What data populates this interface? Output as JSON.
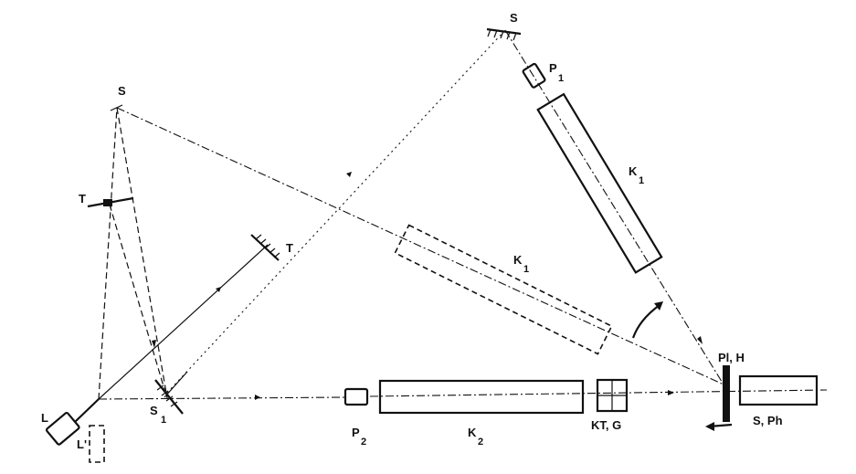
{
  "diagram": {
    "labels": {
      "s_top_right": "S",
      "p1": "P",
      "p1_sub": "1",
      "k1_solid": "K",
      "k1_solid_sub": "1",
      "s_left": "S",
      "t_left": "T",
      "t_mid": "T",
      "k1_dashed": "K",
      "k1_dashed_sub": "1",
      "l_laser": "L",
      "l_dashed": "L'",
      "s1": "S",
      "s1_sub": "1",
      "p2": "P",
      "p2_sub": "2",
      "k2": "K",
      "k2_sub": "2",
      "kt_g": "KT, G",
      "pl_h": "Pl, H",
      "s_ph": "S, Ph"
    }
  }
}
